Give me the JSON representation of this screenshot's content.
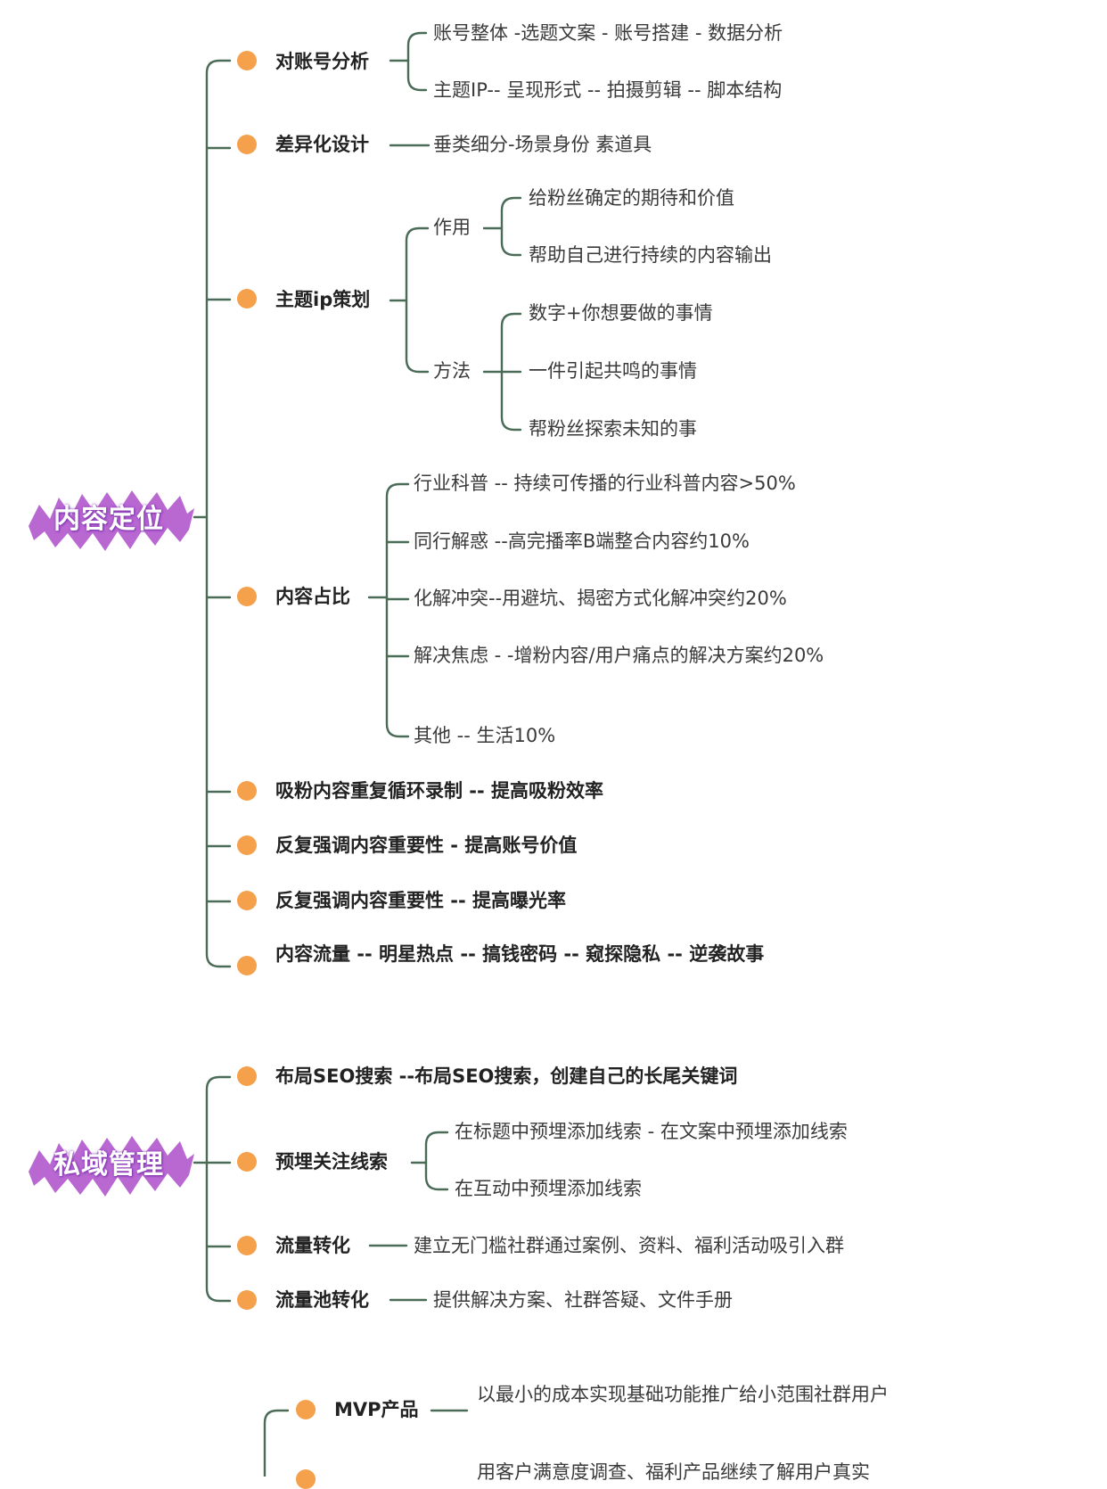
{
  "colors": {
    "line": "#4a6b57",
    "dot": "#f5a04a",
    "tag": "#b968d2"
  },
  "sections": {
    "s1": {
      "title": "内容定位",
      "b1": {
        "label": "对账号分析",
        "c1": "账号整体 -选题文案 - 账号搭建 - 数据分析",
        "c2": "主题IP-- 呈现形式 -- 拍摄剪辑 -- 脚本结构"
      },
      "b2": {
        "label": "差异化设计",
        "c1": "垂类细分-场景身份 素道具"
      },
      "b3": {
        "label": "主题ip策划",
        "g1": {
          "label": "作用",
          "c1": "给粉丝确定的期待和价值",
          "c2": "帮助自己进行持续的内容输出"
        },
        "g2": {
          "label": "方法",
          "c1": "数字+你想要做的事情",
          "c2": "一件引起共鸣的事情",
          "c3": "帮粉丝探索未知的事"
        }
      },
      "b4": {
        "label": "内容占比",
        "c1": "行业科普 -- 持续可传播的行业科普内容>50%",
        "c2": "同行解惑 --高完播率B端整合内容约10%",
        "c3": "化解冲突--用避坑、揭密方式化解冲突约20%",
        "c4": "解决焦虑 - -增粉内容/用户痛点的解决方案约20%",
        "c5": "其他 -- 生活10%"
      },
      "b5": {
        "label": "吸粉内容重复循环录制 -- 提高吸粉效率"
      },
      "b6": {
        "label": "反复强调内容重要性 - 提高账号价值"
      },
      "b7": {
        "label": "反复强调内容重要性 -- 提高曝光率"
      },
      "b8": {
        "label": "内容流量 -- 明星热点 -- 搞钱密码 -- 窥探隐私 -- 逆袭故事"
      }
    },
    "s2": {
      "title": "私域管理",
      "b1": {
        "label": "布局SEO搜索 --布局SEO搜索，创建自己的长尾关键词"
      },
      "b2": {
        "label": "预埋关注线索",
        "c1": "在标题中预埋添加线索 - 在文案中预埋添加线索",
        "c2": "在互动中预埋添加线索"
      },
      "b3": {
        "label": "流量转化",
        "c1": "建立无门槛社群通过案例、资料、福利活动吸引入群"
      },
      "b4": {
        "label": "流量池转化",
        "c1": "提供解决方案、社群答疑、文件手册"
      }
    },
    "s3": {
      "b1": {
        "label": "MVP产品",
        "c1": "以最小的成本实现基础功能推广给小范围社群用户"
      },
      "b2": {
        "c1": "用客户满意度调查、福利产品继续了解用户真实"
      }
    }
  }
}
